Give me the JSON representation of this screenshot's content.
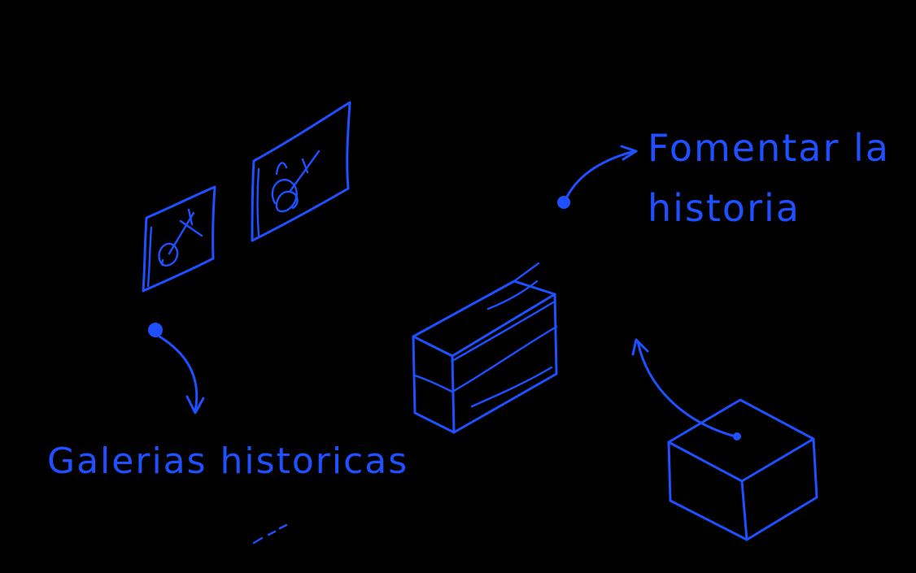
{
  "sketch": {
    "ink_color": "#1e50ff",
    "background_color": "#000000",
    "label_left": "Galerias historicas",
    "label_right_line1": "Fomentar la",
    "label_right_line2": "historia"
  }
}
